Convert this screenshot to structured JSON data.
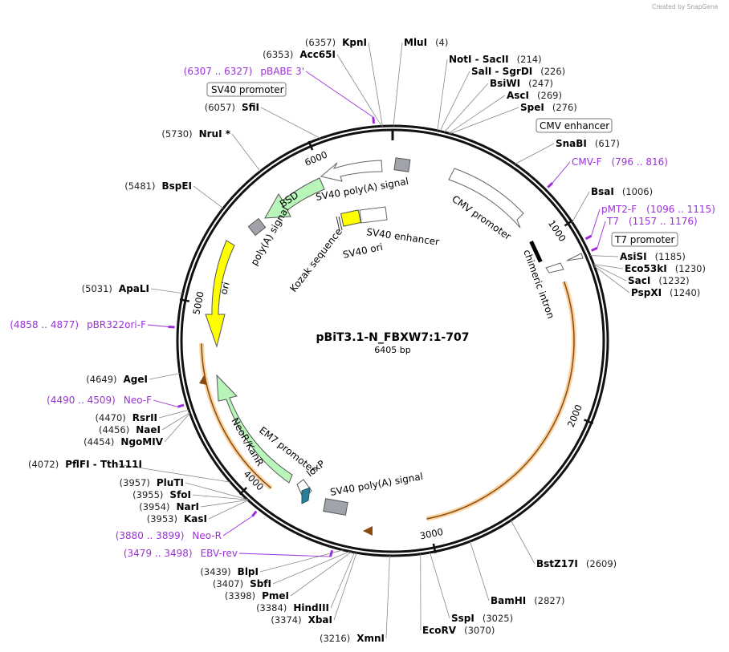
{
  "credit": "Created by SnapGene",
  "map": {
    "name": "pBiT3.1-N_FBXW7:1-707",
    "length_bp": 6405,
    "length_label": "6405 bp",
    "ticks": [
      {
        "bp": 1000,
        "label": "1000"
      },
      {
        "bp": 2000,
        "label": "2000"
      },
      {
        "bp": 3000,
        "label": "3000"
      },
      {
        "bp": 4000,
        "label": "4000"
      },
      {
        "bp": 5000,
        "label": "5000"
      },
      {
        "bp": 6000,
        "label": "6000"
      }
    ],
    "colors": {
      "backbone": "#111111",
      "primer": "#9b30d9",
      "orf_orange": "#f0a030",
      "resistance_green": "#b8f5b8",
      "ori_yellow": "#ffff00",
      "promoter_white": "#ffffff",
      "polya_gray": "#a0a4aa",
      "loxp_teal": "#2a7f9a"
    }
  },
  "enzymes": [
    {
      "name": "MluI",
      "pos": "(4)",
      "site": 4
    },
    {
      "name": "NotI",
      "name2": "SacII",
      "pos": "(214)",
      "site": 214
    },
    {
      "name": "SalI",
      "name2": "SgrDI",
      "pos": "(226)",
      "site": 226
    },
    {
      "name": "BsiWI",
      "pos": "(247)",
      "site": 247
    },
    {
      "name": "AscI",
      "pos": "(269)",
      "site": 269
    },
    {
      "name": "SpeI",
      "pos": "(276)",
      "site": 276
    },
    {
      "name": "SnaBI",
      "pos": "(617)",
      "site": 617
    },
    {
      "name": "BsaI",
      "pos": "(1006)",
      "site": 1006
    },
    {
      "name": "AsiSI",
      "pos": "(1185)",
      "site": 1185
    },
    {
      "name": "Eco53kI",
      "pos": "(1230)",
      "site": 1230
    },
    {
      "name": "SacI",
      "pos": "(1232)",
      "site": 1232
    },
    {
      "name": "PspXI",
      "pos": "(1240)",
      "site": 1240
    },
    {
      "name": "BstZ17I",
      "pos": "(2609)",
      "site": 2609
    },
    {
      "name": "BamHI",
      "pos": "(2827)",
      "site": 2827
    },
    {
      "name": "SspI",
      "pos": "(3025)",
      "site": 3025
    },
    {
      "name": "EcoRV",
      "pos": "(3070)",
      "site": 3070
    },
    {
      "name": "XmnI",
      "pos": "(3216)",
      "site": 3216
    },
    {
      "name": "XbaI",
      "pos": "(3374)",
      "site": 3374
    },
    {
      "name": "HindIII",
      "pos": "(3384)",
      "site": 3384
    },
    {
      "name": "PmeI",
      "pos": "(3398)",
      "site": 3398
    },
    {
      "name": "SbfI",
      "pos": "(3407)",
      "site": 3407
    },
    {
      "name": "BlpI",
      "pos": "(3439)",
      "site": 3439
    },
    {
      "name": "KasI",
      "pos": "(3953)",
      "site": 3953
    },
    {
      "name": "NarI",
      "pos": "(3954)",
      "site": 3954
    },
    {
      "name": "SfoI",
      "pos": "(3955)",
      "site": 3955
    },
    {
      "name": "PluTI",
      "pos": "(3957)",
      "site": 3957
    },
    {
      "name": "PflFI",
      "name2": "Tth111I",
      "pos": "(4072)",
      "site": 4072
    },
    {
      "name": "NgoMIV",
      "pos": "(4454)",
      "site": 4454
    },
    {
      "name": "NaeI",
      "pos": "(4456)",
      "site": 4456
    },
    {
      "name": "RsrII",
      "pos": "(4470)",
      "site": 4470
    },
    {
      "name": "AgeI",
      "pos": "(4649)",
      "site": 4649
    },
    {
      "name": "ApaLI",
      "pos": "(5031)",
      "site": 5031
    },
    {
      "name": "BspEI",
      "pos": "(5481)",
      "site": 5481
    },
    {
      "name": "NruI *",
      "pos": "(5730)",
      "site": 5730
    },
    {
      "name": "SfiI",
      "pos": "(6057)",
      "site": 6057
    },
    {
      "name": "Acc65I",
      "pos": "(6353)",
      "site": 6353
    },
    {
      "name": "KpnI",
      "pos": "(6357)",
      "site": 6357
    }
  ],
  "primers": [
    {
      "name": "CMV-F",
      "range": "(796 .. 816)",
      "start": 796,
      "end": 816
    },
    {
      "name": "pMT2-F",
      "range": "(1096 .. 1115)",
      "start": 1096,
      "end": 1115
    },
    {
      "name": "T7",
      "range": "(1157 .. 1176)",
      "start": 1157,
      "end": 1176
    },
    {
      "name": "pBR322ori-F",
      "range": "(4858 .. 4877)",
      "start": 4858,
      "end": 4877
    },
    {
      "name": "Neo-F",
      "range": "(4490 .. 4509)",
      "start": 4490,
      "end": 4509
    },
    {
      "name": "Neo-R",
      "range": "(3880 .. 3899)",
      "start": 3880,
      "end": 3899
    },
    {
      "name": "EBV-rev",
      "range": "(3479 .. 3498)",
      "start": 3479,
      "end": 3498
    },
    {
      "name": "pBABE 3'",
      "range": "(6307 .. 6327)",
      "start": 6307,
      "end": 6327
    }
  ],
  "boxed_features": [
    {
      "name": "SV40 promoter"
    },
    {
      "name": "CMV enhancer"
    },
    {
      "name": "T7 promoter"
    }
  ],
  "features": [
    {
      "name": "CMV promoter",
      "type": "promoter"
    },
    {
      "name": "chimeric intron",
      "type": "intron"
    },
    {
      "name": "SV40 poly(A) signal",
      "type": "polyA",
      "copy": "top"
    },
    {
      "name": "BSD",
      "type": "resistance"
    },
    {
      "name": "poly(A) signal",
      "type": "polyA"
    },
    {
      "name": "ori",
      "type": "ori"
    },
    {
      "name": "SV40 enhancer",
      "type": "enhancer"
    },
    {
      "name": "SV40 ori",
      "type": "ori"
    },
    {
      "name": "Kozak sequence",
      "type": "misc"
    },
    {
      "name": "EM7 promoter",
      "type": "promoter"
    },
    {
      "name": "NeoR/KanR",
      "type": "resistance"
    },
    {
      "name": "loxP",
      "type": "misc"
    },
    {
      "name": "SV40 poly(A) signal",
      "type": "polyA",
      "copy": "bottom"
    }
  ]
}
